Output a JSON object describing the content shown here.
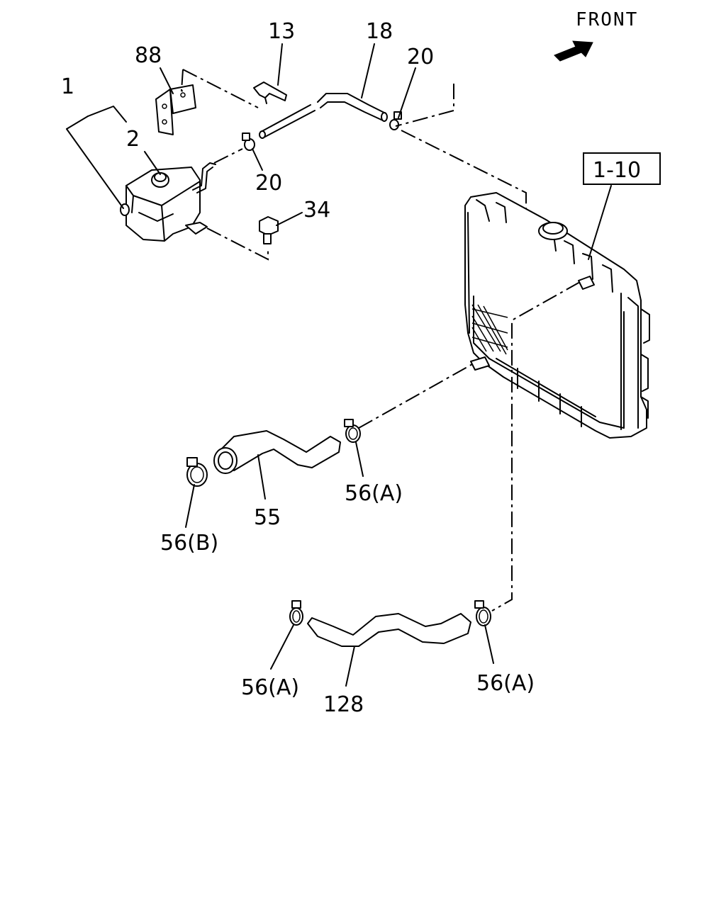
{
  "orientation": {
    "label": "FRONT"
  },
  "callouts": {
    "p1": "1",
    "p2": "2",
    "p88": "88",
    "p13": "13",
    "p18": "18",
    "p20_top": "20",
    "p20_mid": "20",
    "p34": "34",
    "p1_10": "1-10",
    "p56a_upper": "56(A)",
    "p55": "55",
    "p56b": "56(B)",
    "p56a_lower_left": "56(A)",
    "p128": "128",
    "p56a_lower_right": "56(A)"
  }
}
